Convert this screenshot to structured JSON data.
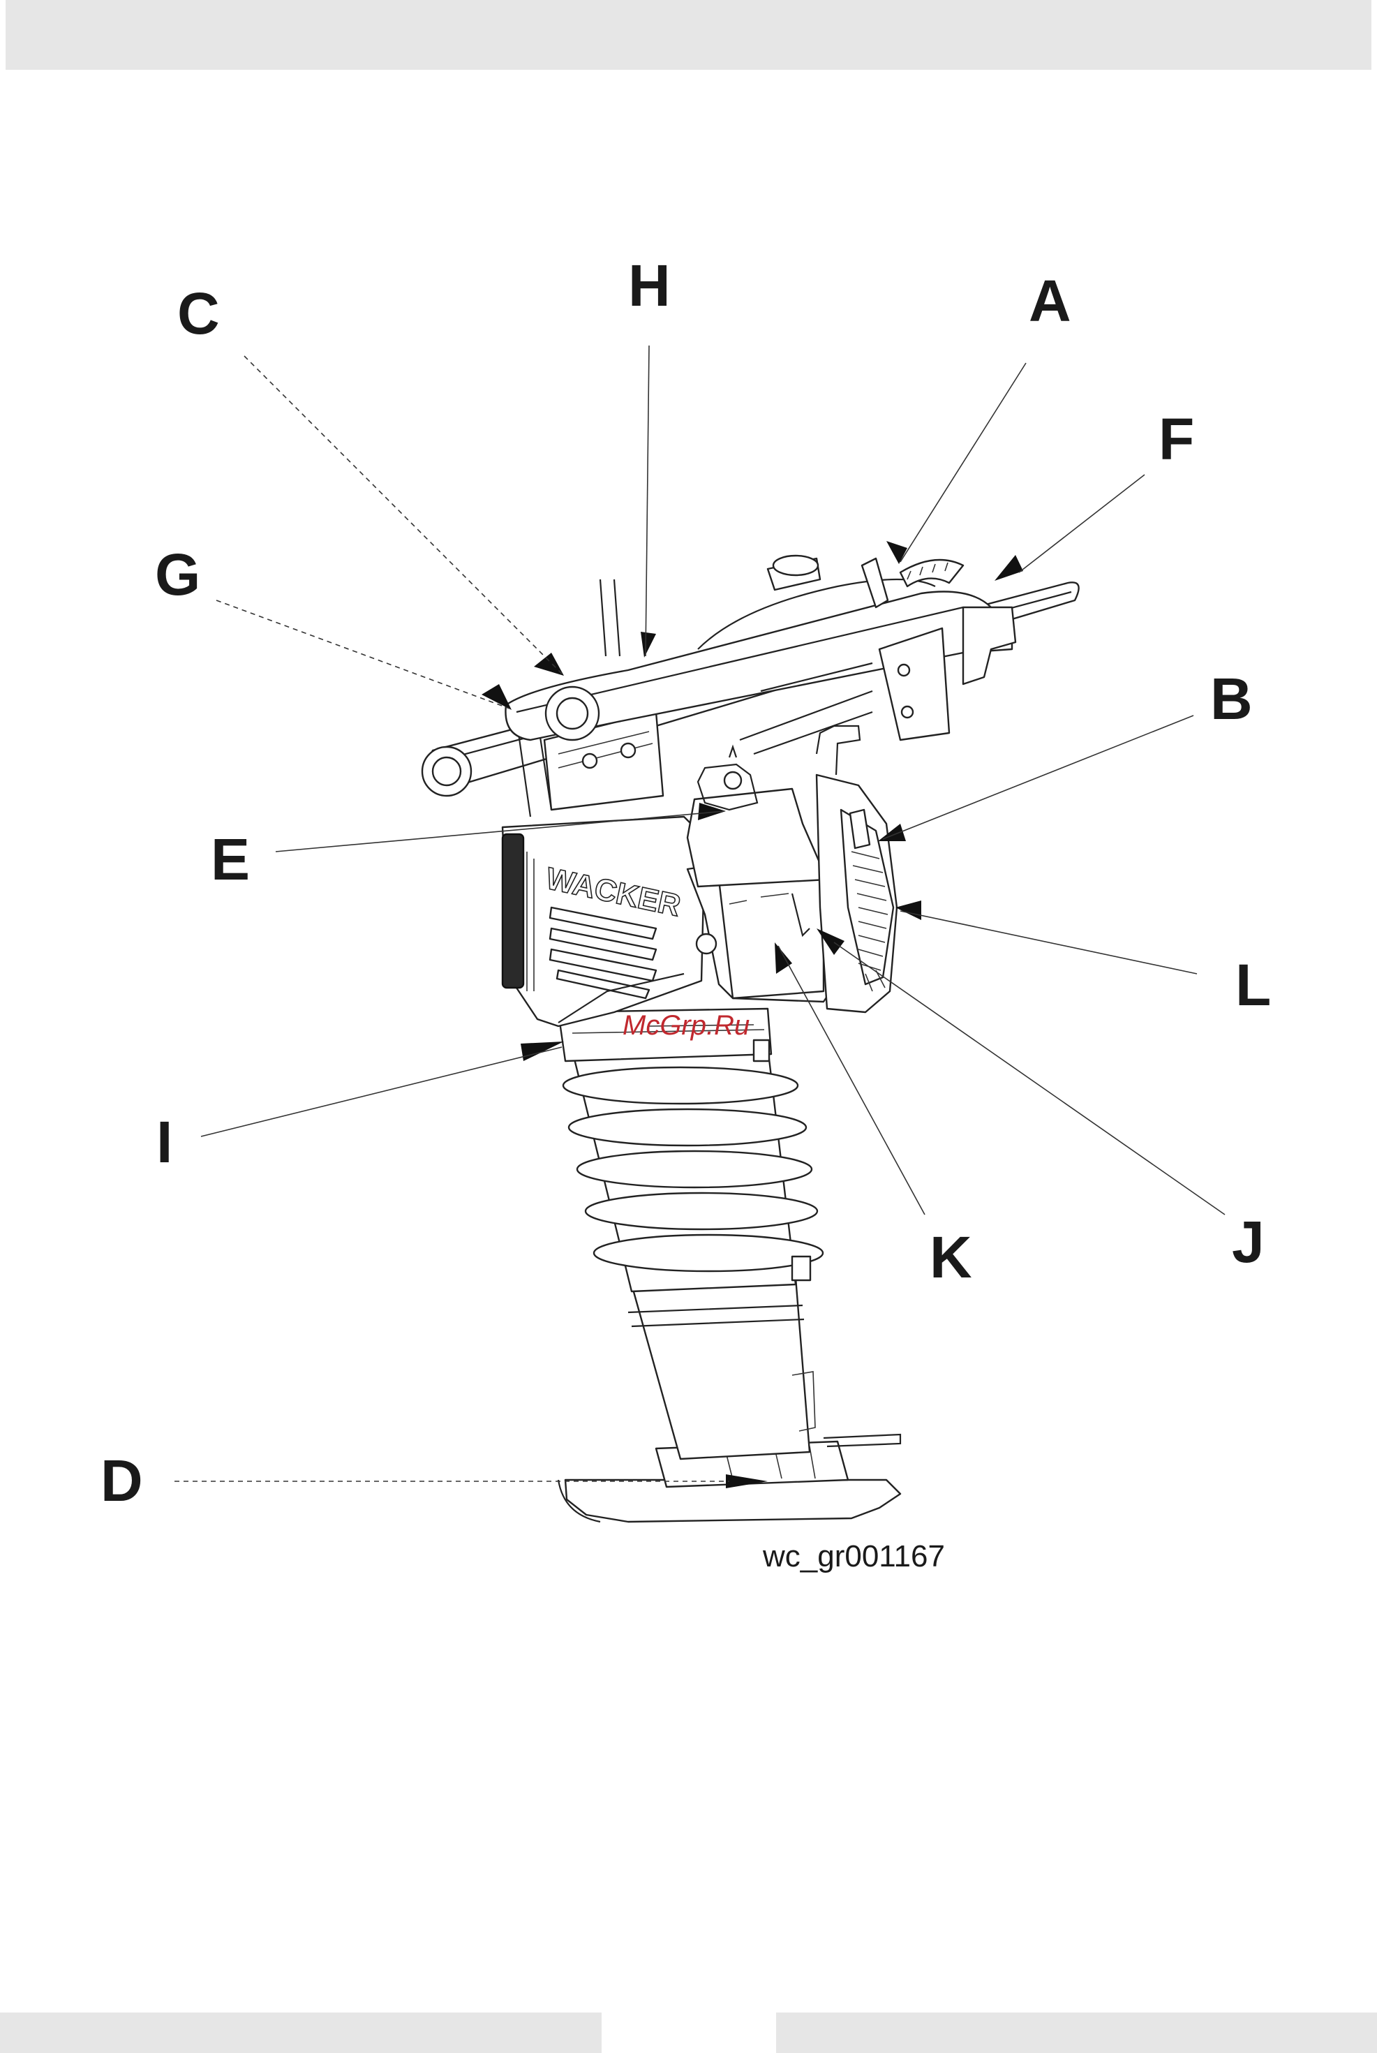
{
  "figure": {
    "callouts": [
      "A",
      "B",
      "C",
      "D",
      "E",
      "F",
      "G",
      "H",
      "I",
      "J",
      "K",
      "L"
    ],
    "brand_label": "WACKER",
    "figure_id": "wc_gr001167",
    "watermark": "McGrp.Ru"
  },
  "colors": {
    "header_bar": "#e6e6e6",
    "line_art": "#222222",
    "watermark": "#c0282e"
  }
}
